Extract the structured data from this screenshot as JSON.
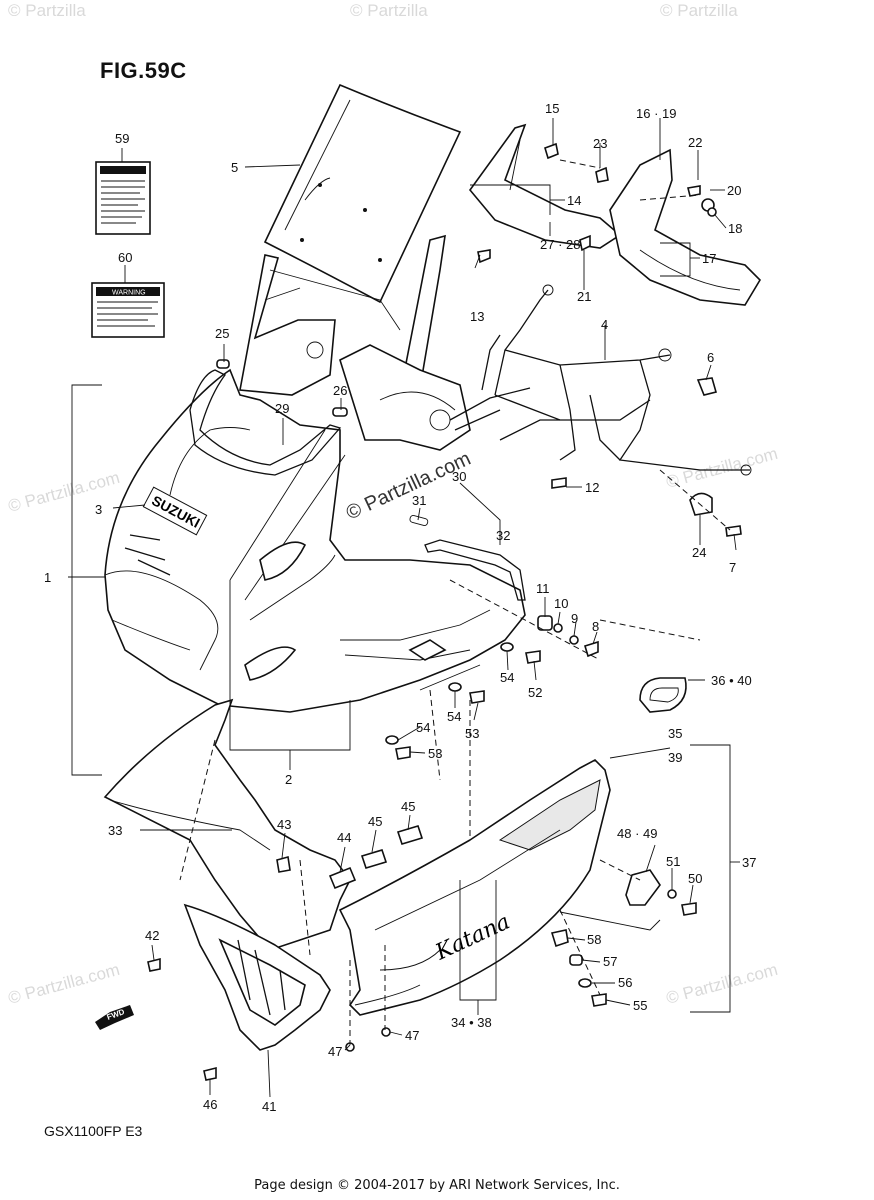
{
  "figure": {
    "title": "FIG.59C",
    "model": "GSX1100FP  E3",
    "footer": "Page design © 2004-2017 by ARI Network Services, Inc.",
    "watermark": "© Partzilla.com",
    "watermark_short": "© Partzilla",
    "watermark_center": "© Partzilla.com",
    "fwd_label": "FWD",
    "warning_label_text": "WARNING"
  },
  "callouts": {
    "c1": "1",
    "c2": "2",
    "c3": "3",
    "c4": "4",
    "c5": "5",
    "c6": "6",
    "c7": "7",
    "c8": "8",
    "c9": "9",
    "c10": "10",
    "c11": "11",
    "c12": "12",
    "c13": "13",
    "c14": "14",
    "c15": "15",
    "c16": "16 · 19",
    "c17": "17",
    "c18": "18",
    "c20": "20",
    "c21": "21",
    "c22": "22",
    "c23": "23",
    "c24": "24",
    "c25": "25",
    "c26": "26",
    "c27": "27 · 28",
    "c29": "29",
    "c30": "30",
    "c31": "31",
    "c32": "32",
    "c33": "33",
    "c34": "34 • 38",
    "c35": "35",
    "c36": "36 • 40",
    "c37": "37",
    "c39": "39",
    "c41": "41",
    "c42": "42",
    "c43": "43",
    "c44": "44",
    "c45a": "45",
    "c45b": "45",
    "c46": "46",
    "c47a": "47",
    "c47b": "47",
    "c48": "48 · 49",
    "c50": "50",
    "c51": "51",
    "c52": "52",
    "c53a": "53",
    "c53b": "53",
    "c54a": "54",
    "c54b": "54",
    "c54c": "54",
    "c55": "55",
    "c56": "56",
    "c57": "57",
    "c58": "58",
    "c59": "59",
    "c60": "60"
  },
  "brand_marks": {
    "suzuki": "SUZUKI",
    "katana": "Katana"
  }
}
